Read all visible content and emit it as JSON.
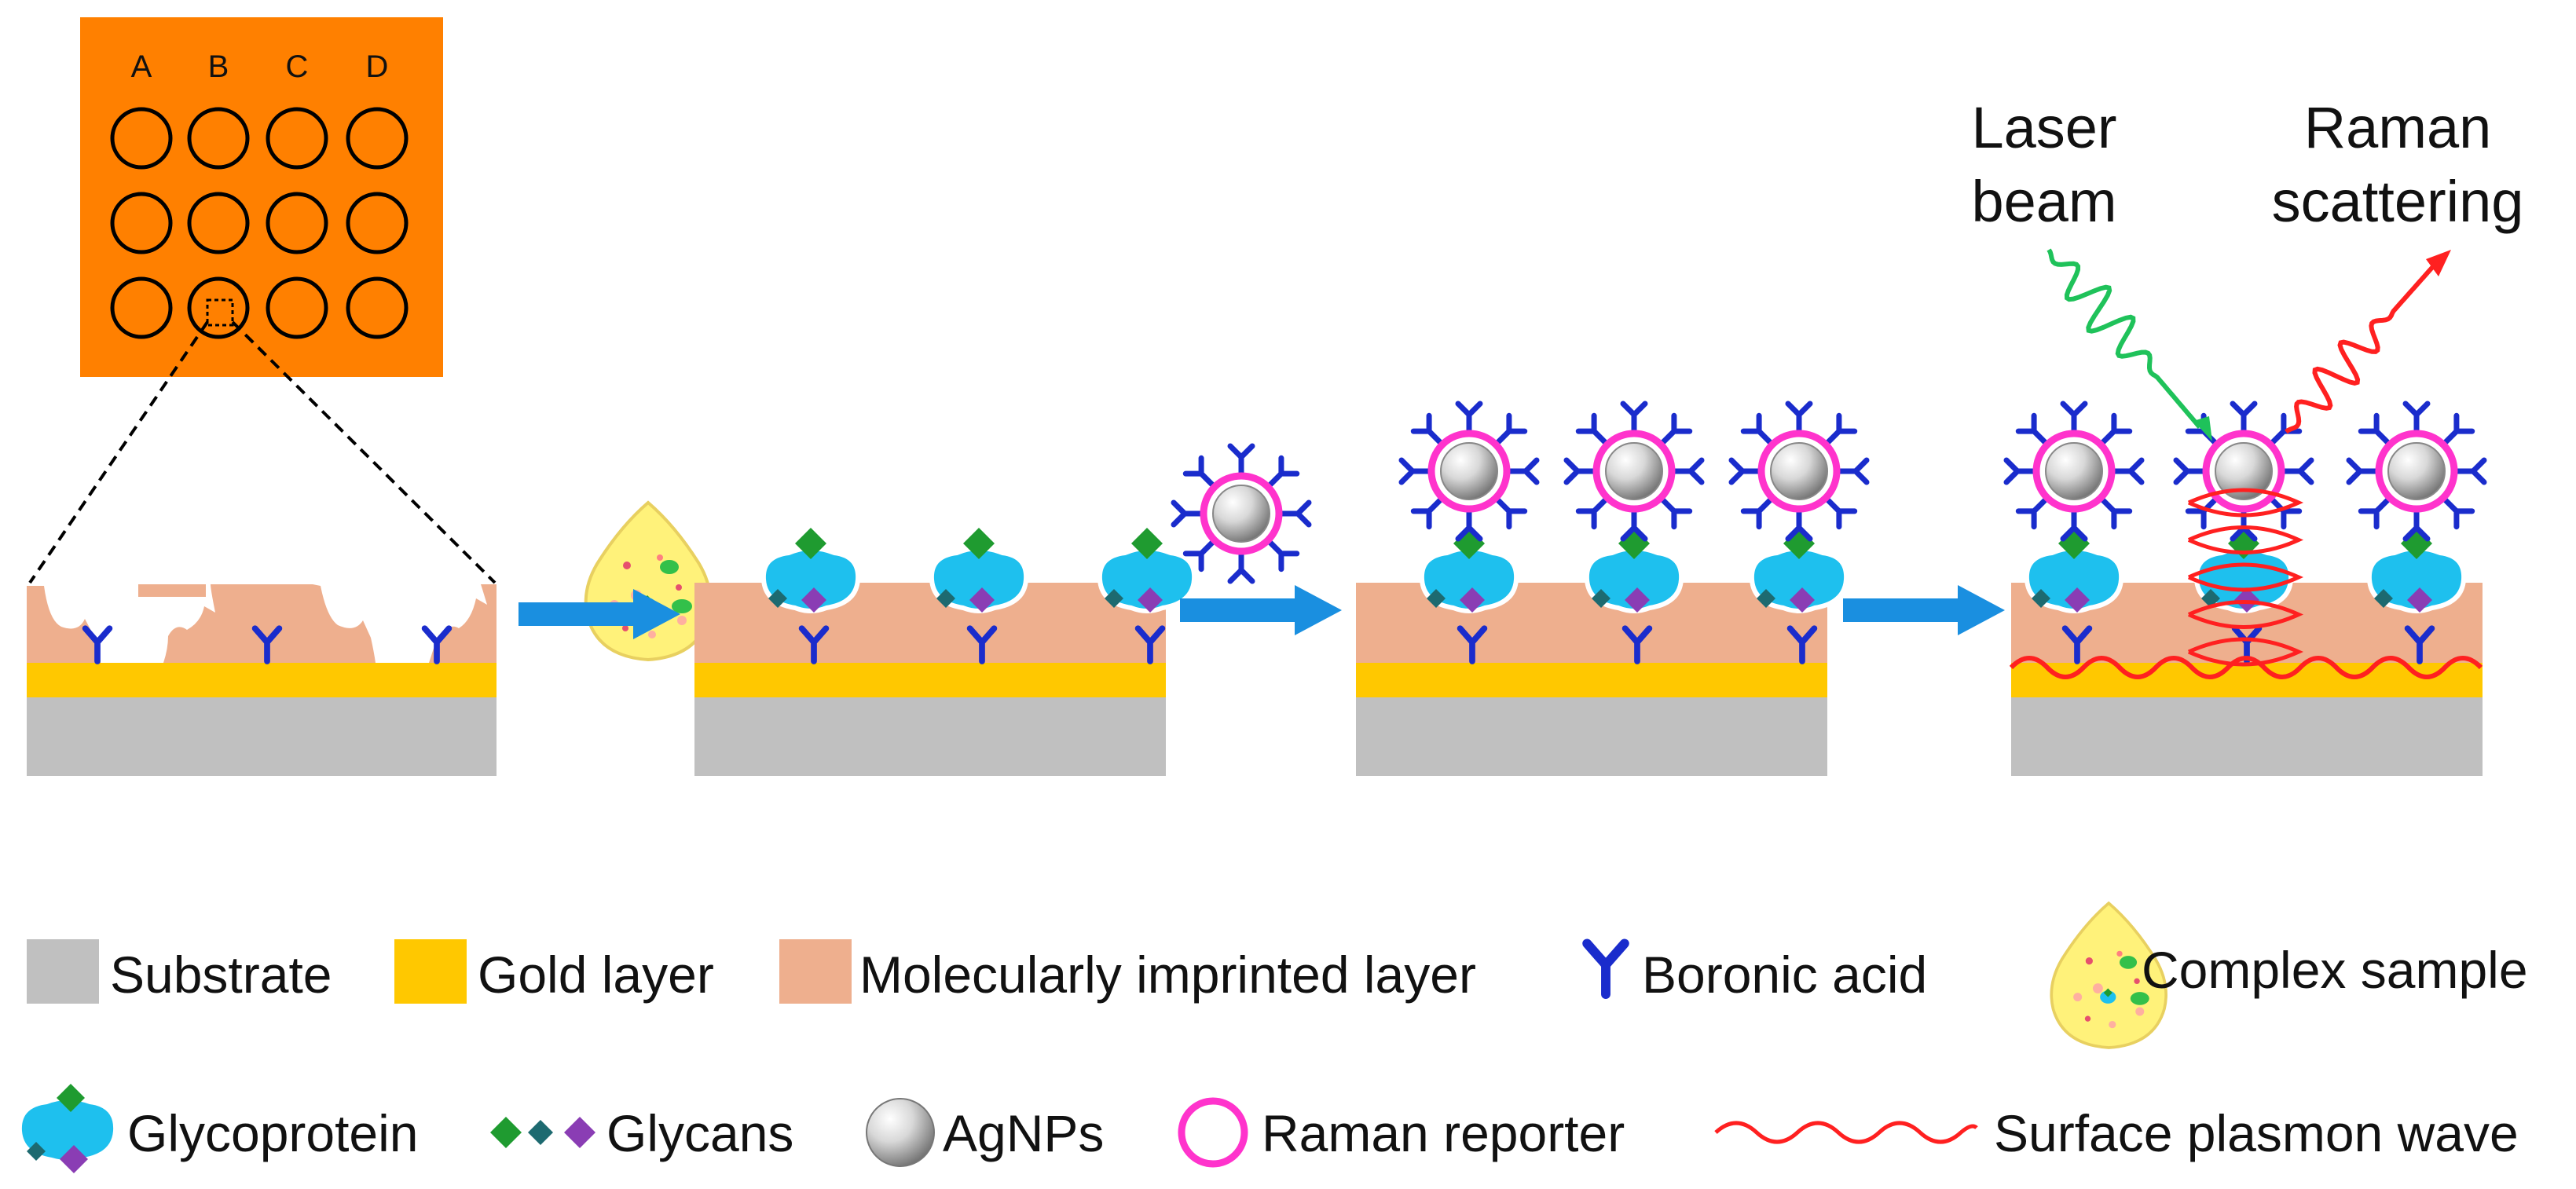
{
  "colors": {
    "substrate": "#c0c0c0",
    "gold": "#ffc800",
    "imprinted": "#eeaf8e",
    "boronic": "#1a2ccc",
    "glycoprotein": "#1ec0ee",
    "glycan_green": "#1f9b30",
    "glycan_teal": "#1d6a70",
    "glycan_purple": "#8a3db4",
    "raman_ring": "#ff33cc",
    "plate": "#ff8000",
    "arrow": "#1a8fe0",
    "laser": "#1fc25a",
    "scatter": "#ff2020",
    "plasmon": "#ff2020",
    "sample_fill": "#fff27a",
    "sample_stroke": "#e8d060"
  },
  "chip": {
    "columns": [
      "A",
      "B",
      "C",
      "D"
    ]
  },
  "optics": {
    "laser_line1": "Laser",
    "laser_line2": "beam",
    "raman_line1": "Raman",
    "raman_line2": "scattering"
  },
  "legend": {
    "substrate": "Substrate",
    "gold": "Gold layer",
    "imprinted": "Molecularly imprinted layer",
    "boronic": "Boronic acid",
    "sample": "Complex sample",
    "glycoprotein": "Glycoprotein",
    "glycans": "Glycans",
    "agnps": "AgNPs",
    "raman_reporter": "Raman reporter",
    "plasmon": "Surface plasmon wave"
  },
  "icons": [
    "boronic-acid-icon",
    "glycoprotein-icon",
    "glycan-icon",
    "agnp-icon",
    "raman-reporter-icon",
    "complex-sample-icon",
    "arrow-icon",
    "laser-beam-icon",
    "raman-scattering-icon",
    "surface-plasmon-wave-icon"
  ]
}
